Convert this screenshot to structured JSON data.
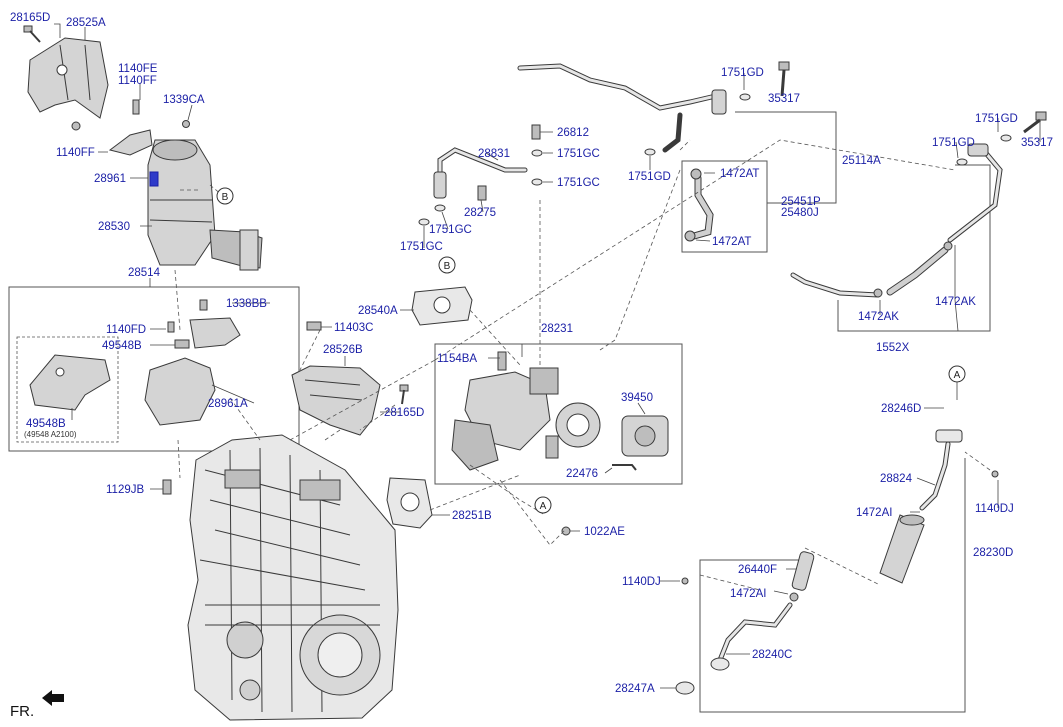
{
  "labels": [
    {
      "id": "p28165D_top",
      "text": "28165D"
    },
    {
      "id": "p28525A",
      "text": "28525A"
    },
    {
      "id": "p1140FE",
      "text": "1140FE"
    },
    {
      "id": "p1140FF_a",
      "text": "1140FF"
    },
    {
      "id": "p1339CA",
      "text": "1339CA"
    },
    {
      "id": "p1140FF_b",
      "text": "1140FF"
    },
    {
      "id": "p28961",
      "text": "28961"
    },
    {
      "id": "p28530",
      "text": "28530"
    },
    {
      "id": "p28514",
      "text": "28514"
    },
    {
      "id": "p1338BB",
      "text": "1338BB"
    },
    {
      "id": "p1140FD",
      "text": "1140FD"
    },
    {
      "id": "p49548B_a",
      "text": "49548B"
    },
    {
      "id": "p28961A",
      "text": "28961A"
    },
    {
      "id": "p49548B_b",
      "text": "49548B"
    },
    {
      "id": "p1129JB",
      "text": "1129JB"
    },
    {
      "id": "p28831",
      "text": "28831"
    },
    {
      "id": "p28812",
      "text": "26812"
    },
    {
      "id": "p1751GC_a",
      "text": "1751GC"
    },
    {
      "id": "p1751GC_b",
      "text": "1751GC"
    },
    {
      "id": "p28275",
      "text": "28275"
    },
    {
      "id": "p1751GC_c",
      "text": "1751GC"
    },
    {
      "id": "p1751GC_d",
      "text": "1751GC"
    },
    {
      "id": "p28540A",
      "text": "28540A"
    },
    {
      "id": "p11403C",
      "text": "11403C"
    },
    {
      "id": "p28526B",
      "text": "28526B"
    },
    {
      "id": "p28165D_mid",
      "text": "28165D"
    },
    {
      "id": "p28231",
      "text": "28231"
    },
    {
      "id": "p1154BA",
      "text": "1154BA"
    },
    {
      "id": "p39450",
      "text": "39450"
    },
    {
      "id": "p22476",
      "text": "22476"
    },
    {
      "id": "p28251B",
      "text": "28251B"
    },
    {
      "id": "p1022AE",
      "text": "1022AE"
    },
    {
      "id": "p1751GD_a",
      "text": "1751GD"
    },
    {
      "id": "p35317_a",
      "text": "35317"
    },
    {
      "id": "p25114A",
      "text": "25114A"
    },
    {
      "id": "p1751GD_b",
      "text": "1751GD"
    },
    {
      "id": "p1472AT_a",
      "text": "1472AT"
    },
    {
      "id": "p25451P",
      "text": "25451P"
    },
    {
      "id": "p25480J",
      "text": "25480J"
    },
    {
      "id": "p1472AT_b",
      "text": "1472AT"
    },
    {
      "id": "p1751GD_c",
      "text": "1751GD"
    },
    {
      "id": "p35317_b",
      "text": "35317"
    },
    {
      "id": "p1751GD_d",
      "text": "1751GD"
    },
    {
      "id": "p1472AK_a",
      "text": "1472AK"
    },
    {
      "id": "p1472AK_b",
      "text": "1472AK"
    },
    {
      "id": "p1552X",
      "text": "1552X"
    },
    {
      "id": "p28246D",
      "text": "28246D"
    },
    {
      "id": "p28824",
      "text": "28824"
    },
    {
      "id": "p1140DJ_a",
      "text": "1140DJ"
    },
    {
      "id": "p1472AI_a",
      "text": "1472AI"
    },
    {
      "id": "p28230D",
      "text": "28230D"
    },
    {
      "id": "p1140DJ_b",
      "text": "1140DJ"
    },
    {
      "id": "p26440F",
      "text": "26440F"
    },
    {
      "id": "p1472AI_b",
      "text": "1472AI"
    },
    {
      "id": "p28240C",
      "text": "28240C"
    },
    {
      "id": "p28247A",
      "text": "28247A"
    }
  ],
  "sublabel": "(49548 A2100)",
  "callouts": {
    "a": "A",
    "b": "B"
  },
  "direction": "FR."
}
